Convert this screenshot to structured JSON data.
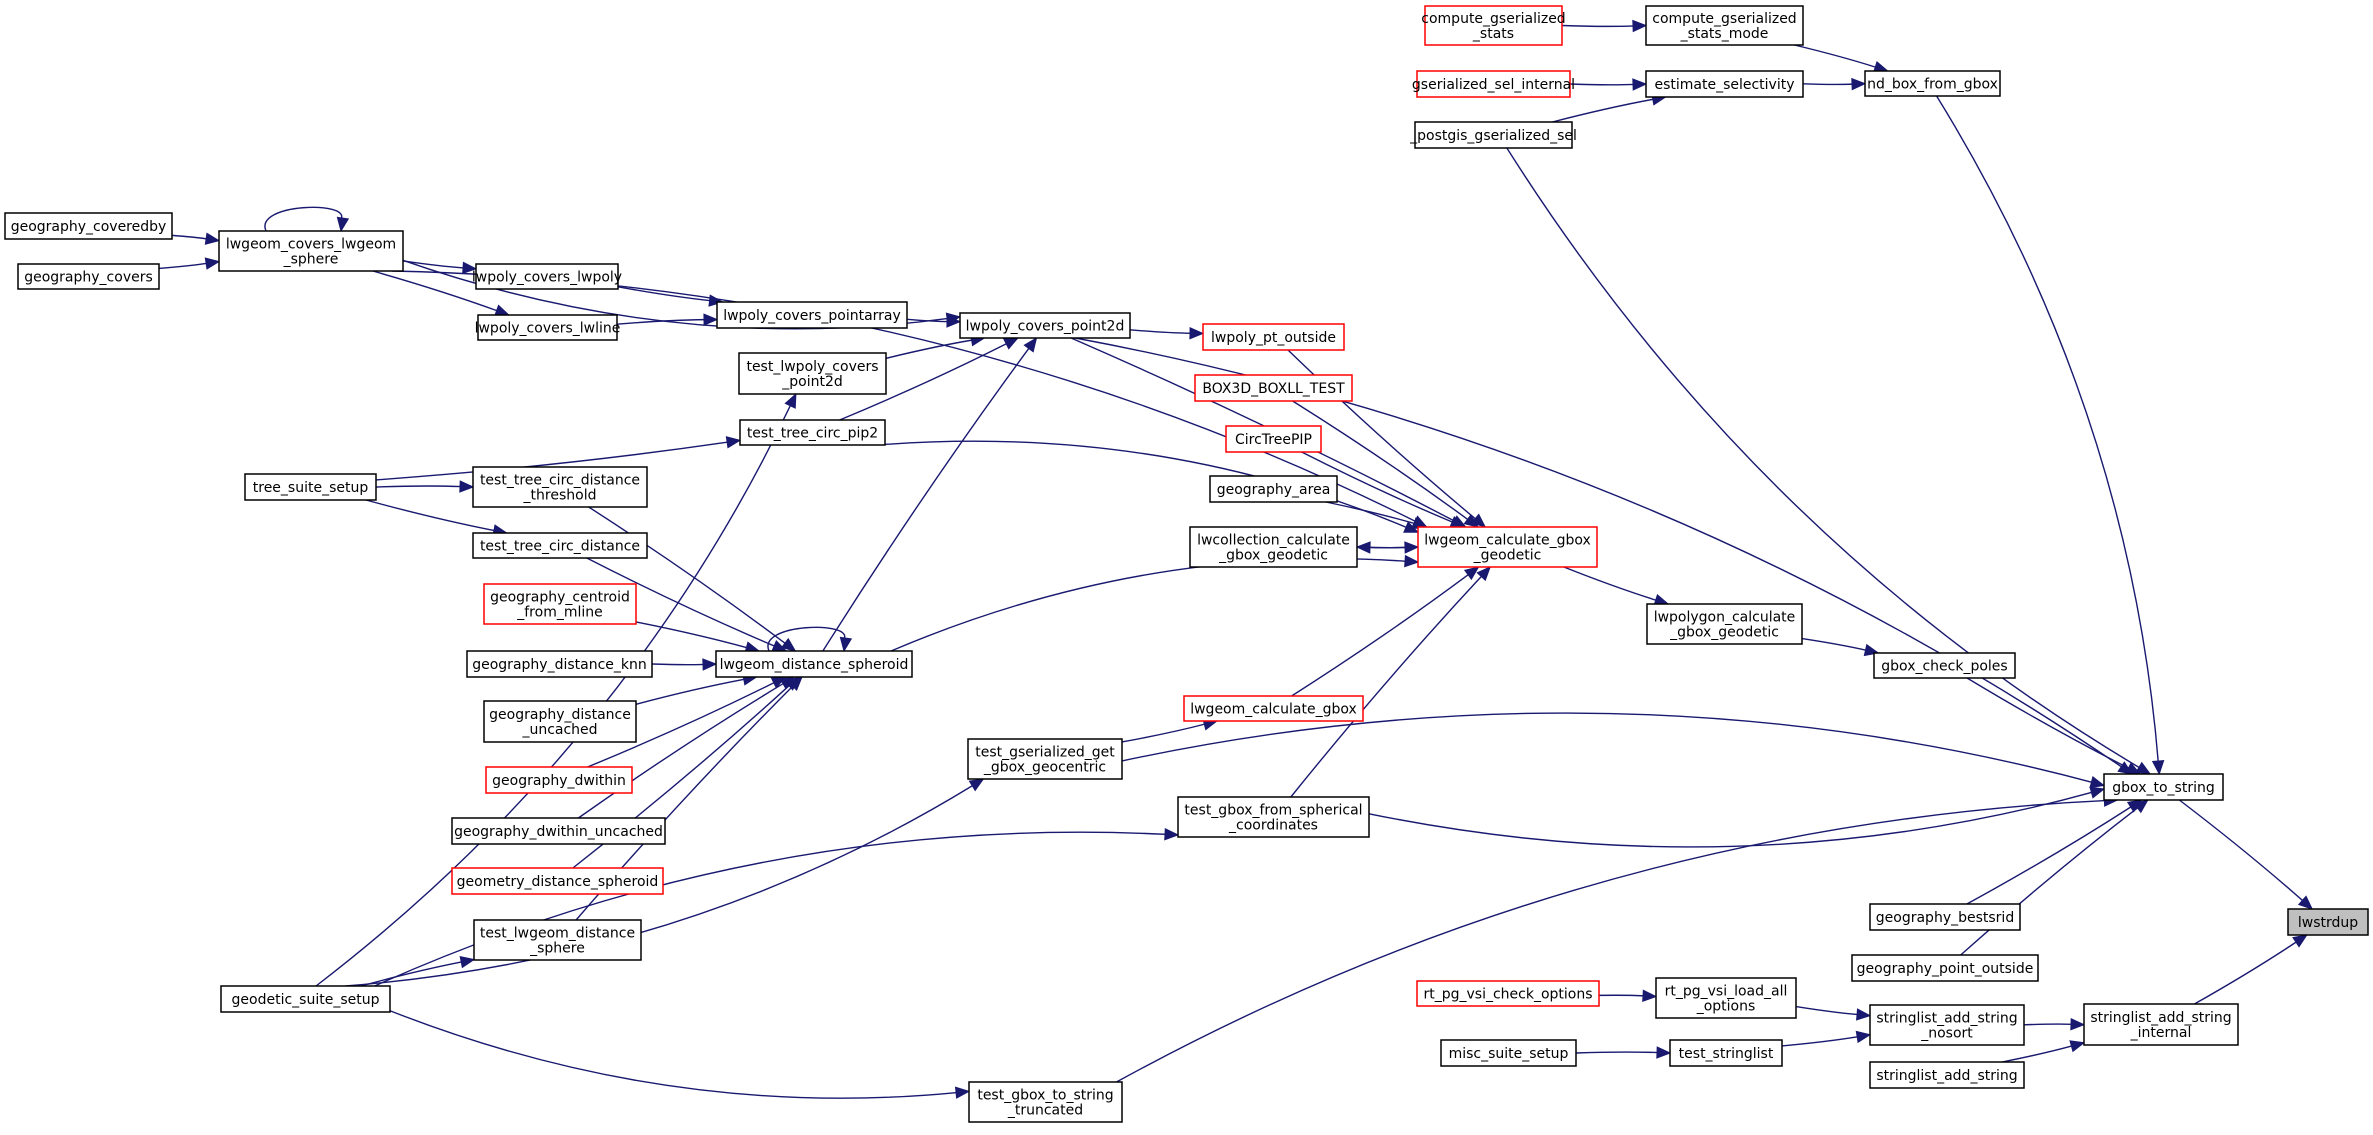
{
  "title": "lwstrdup caller graph",
  "colors": {
    "edge": "#191970",
    "node_border": "#000000",
    "node_border_truncated": "#ff0000",
    "node_fill": "#ffffff",
    "root_fill": "#bfbfbf"
  },
  "nodes": [
    {
      "id": "lwstrdup",
      "label": [
        "lwstrdup"
      ],
      "style": "root"
    },
    {
      "id": "gbox_to_string",
      "label": [
        "gbox_to_string"
      ],
      "style": "normal"
    },
    {
      "id": "stringlist_add_string_internal",
      "label": [
        "stringlist_add_string",
        "_internal"
      ],
      "style": "normal"
    },
    {
      "id": "nd_box_from_gbox",
      "label": [
        "nd_box_from_gbox"
      ],
      "style": "normal"
    },
    {
      "id": "compute_gserialized_stats_mode",
      "label": [
        "compute_gserialized",
        "_stats_mode"
      ],
      "style": "normal"
    },
    {
      "id": "compute_gserialized_stats",
      "label": [
        "compute_gserialized",
        "_stats"
      ],
      "style": "truncated"
    },
    {
      "id": "estimate_selectivity",
      "label": [
        "estimate_selectivity"
      ],
      "style": "normal"
    },
    {
      "id": "gserialized_sel_internal",
      "label": [
        "gserialized_sel_internal"
      ],
      "style": "truncated"
    },
    {
      "id": "_postgis_gserialized_sel",
      "label": [
        "_postgis_gserialized_sel"
      ],
      "style": "normal"
    },
    {
      "id": "lwpoly_covers_point2d",
      "label": [
        "lwpoly_covers_point2d"
      ],
      "style": "normal"
    },
    {
      "id": "lwgeom_covers_lwgeom_sphere",
      "label": [
        "lwgeom_covers_lwgeom",
        "_sphere"
      ],
      "style": "normal"
    },
    {
      "id": "geography_coveredby",
      "label": [
        "geography_coveredby"
      ],
      "style": "normal"
    },
    {
      "id": "geography_covers",
      "label": [
        "geography_covers"
      ],
      "style": "normal"
    },
    {
      "id": "lwpoly_covers_lwpoly",
      "label": [
        "lwpoly_covers_lwpoly"
      ],
      "style": "normal"
    },
    {
      "id": "lwpoly_covers_lwline",
      "label": [
        "lwpoly_covers_lwline"
      ],
      "style": "normal"
    },
    {
      "id": "lwpoly_covers_pointarray",
      "label": [
        "lwpoly_covers_pointarray"
      ],
      "style": "normal"
    },
    {
      "id": "test_lwpoly_covers_point2d",
      "label": [
        "test_lwpoly_covers",
        "_point2d"
      ],
      "style": "normal"
    },
    {
      "id": "test_tree_circ_pip2",
      "label": [
        "test_tree_circ_pip2"
      ],
      "style": "normal"
    },
    {
      "id": "tree_suite_setup",
      "label": [
        "tree_suite_setup"
      ],
      "style": "normal"
    },
    {
      "id": "test_tree_circ_distance_threshold",
      "label": [
        "test_tree_circ_distance",
        "_threshold"
      ],
      "style": "normal"
    },
    {
      "id": "test_tree_circ_distance",
      "label": [
        "test_tree_circ_distance"
      ],
      "style": "normal"
    },
    {
      "id": "geography_centroid_from_mline",
      "label": [
        "geography_centroid",
        "_from_mline"
      ],
      "style": "truncated"
    },
    {
      "id": "geography_distance_knn",
      "label": [
        "geography_distance_knn"
      ],
      "style": "normal"
    },
    {
      "id": "lwgeom_distance_spheroid",
      "label": [
        "lwgeom_distance_spheroid"
      ],
      "style": "normal"
    },
    {
      "id": "geography_distance_uncached",
      "label": [
        "geography_distance",
        "_uncached"
      ],
      "style": "normal"
    },
    {
      "id": "geography_dwithin",
      "label": [
        "geography_dwithin"
      ],
      "style": "truncated"
    },
    {
      "id": "geography_dwithin_uncached",
      "label": [
        "geography_dwithin_uncached"
      ],
      "style": "normal"
    },
    {
      "id": "geometry_distance_spheroid",
      "label": [
        "geometry_distance_spheroid"
      ],
      "style": "truncated"
    },
    {
      "id": "test_lwgeom_distance_sphere",
      "label": [
        "test_lwgeom_distance",
        "_sphere"
      ],
      "style": "normal"
    },
    {
      "id": "geodetic_suite_setup",
      "label": [
        "geodetic_suite_setup"
      ],
      "style": "normal"
    },
    {
      "id": "lwpoly_pt_outside",
      "label": [
        "lwpoly_pt_outside"
      ],
      "style": "truncated"
    },
    {
      "id": "BOX3D_BOXLL_TEST",
      "label": [
        "BOX3D_BOXLL_TEST"
      ],
      "style": "truncated"
    },
    {
      "id": "CircTreePIP",
      "label": [
        "CircTreePIP"
      ],
      "style": "truncated"
    },
    {
      "id": "geography_area",
      "label": [
        "geography_area"
      ],
      "style": "normal"
    },
    {
      "id": "lwcollection_calculate_gbox_geodetic",
      "label": [
        "lwcollection_calculate",
        "_gbox_geodetic"
      ],
      "style": "normal"
    },
    {
      "id": "lwgeom_calculate_gbox_geodetic",
      "label": [
        "lwgeom_calculate_gbox",
        "_geodetic"
      ],
      "style": "truncated"
    },
    {
      "id": "lwpolygon_calculate_gbox_geodetic",
      "label": [
        "lwpolygon_calculate",
        "_gbox_geodetic"
      ],
      "style": "normal"
    },
    {
      "id": "gbox_check_poles",
      "label": [
        "gbox_check_poles"
      ],
      "style": "normal"
    },
    {
      "id": "lwgeom_calculate_gbox",
      "label": [
        "lwgeom_calculate_gbox"
      ],
      "style": "truncated"
    },
    {
      "id": "test_gserialized_get_gbox_geocentric",
      "label": [
        "test_gserialized_get",
        "_gbox_geocentric"
      ],
      "style": "normal"
    },
    {
      "id": "test_gbox_from_spherical_coordinates",
      "label": [
        "test_gbox_from_spherical",
        "_coordinates"
      ],
      "style": "normal"
    },
    {
      "id": "geography_bestsrid",
      "label": [
        "geography_bestsrid"
      ],
      "style": "normal"
    },
    {
      "id": "geography_point_outside",
      "label": [
        "geography_point_outside"
      ],
      "style": "normal"
    },
    {
      "id": "rt_pg_vsi_check_options",
      "label": [
        "rt_pg_vsi_check_options"
      ],
      "style": "truncated"
    },
    {
      "id": "rt_pg_vsi_load_all_options",
      "label": [
        "rt_pg_vsi_load_all",
        "_options"
      ],
      "style": "normal"
    },
    {
      "id": "misc_suite_setup",
      "label": [
        "misc_suite_setup"
      ],
      "style": "normal"
    },
    {
      "id": "test_stringlist",
      "label": [
        "test_stringlist"
      ],
      "style": "normal"
    },
    {
      "id": "stringlist_add_string_nosort",
      "label": [
        "stringlist_add_string",
        "_nosort"
      ],
      "style": "normal"
    },
    {
      "id": "stringlist_add_string",
      "label": [
        "stringlist_add_string"
      ],
      "style": "normal"
    },
    {
      "id": "test_gbox_to_string_truncated",
      "label": [
        "test_gbox_to_string",
        "_truncated"
      ],
      "style": "normal"
    }
  ],
  "edges": [
    [
      "gbox_to_string",
      "lwstrdup"
    ],
    [
      "stringlist_add_string_internal",
      "lwstrdup"
    ],
    [
      "nd_box_from_gbox",
      "gbox_to_string"
    ],
    [
      "_postgis_gserialized_sel",
      "gbox_to_string"
    ],
    [
      "lwpoly_covers_point2d",
      "gbox_to_string"
    ],
    [
      "gbox_check_poles",
      "gbox_to_string"
    ],
    [
      "test_gserialized_get_gbox_geocentric",
      "gbox_to_string"
    ],
    [
      "test_gbox_from_spherical_coordinates",
      "gbox_to_string"
    ],
    [
      "test_gbox_to_string_truncated",
      "gbox_to_string"
    ],
    [
      "geography_bestsrid",
      "gbox_to_string"
    ],
    [
      "geography_point_outside",
      "gbox_to_string"
    ],
    [
      "compute_gserialized_stats",
      "compute_gserialized_stats_mode"
    ],
    [
      "compute_gserialized_stats_mode",
      "nd_box_from_gbox"
    ],
    [
      "gserialized_sel_internal",
      "estimate_selectivity"
    ],
    [
      "_postgis_gserialized_sel",
      "estimate_selectivity"
    ],
    [
      "estimate_selectivity",
      "nd_box_from_gbox"
    ],
    [
      "geography_coveredby",
      "lwgeom_covers_lwgeom_sphere"
    ],
    [
      "geography_covers",
      "lwgeom_covers_lwgeom_sphere"
    ],
    [
      "lwgeom_covers_lwgeom_sphere",
      "lwgeom_covers_lwgeom_sphere"
    ],
    [
      "lwgeom_covers_lwgeom_sphere",
      "lwpoly_covers_lwpoly"
    ],
    [
      "lwgeom_covers_lwgeom_sphere",
      "lwpoly_covers_lwline"
    ],
    [
      "lwgeom_covers_lwgeom_sphere",
      "lwpoly_covers_point2d"
    ],
    [
      "lwgeom_covers_lwgeom_sphere",
      "lwgeom_calculate_gbox_geodetic"
    ],
    [
      "lwpoly_covers_lwpoly",
      "lwpoly_covers_pointarray"
    ],
    [
      "lwpoly_covers_lwline",
      "lwpoly_covers_pointarray"
    ],
    [
      "lwpoly_covers_pointarray",
      "lwpoly_covers_point2d"
    ],
    [
      "test_lwpoly_covers_point2d",
      "lwpoly_covers_point2d"
    ],
    [
      "test_tree_circ_pip2",
      "lwpoly_covers_point2d"
    ],
    [
      "lwgeom_distance_spheroid",
      "lwpoly_covers_point2d"
    ],
    [
      "lwpoly_covers_point2d",
      "lwpoly_pt_outside"
    ],
    [
      "lwpoly_covers_point2d",
      "lwgeom_calculate_gbox_geodetic"
    ],
    [
      "tree_suite_setup",
      "test_tree_circ_pip2"
    ],
    [
      "tree_suite_setup",
      "test_tree_circ_distance_threshold"
    ],
    [
      "tree_suite_setup",
      "test_tree_circ_distance"
    ],
    [
      "test_tree_circ_pip2",
      "lwgeom_calculate_gbox_geodetic"
    ],
    [
      "geodetic_suite_setup",
      "test_lwpoly_covers_point2d"
    ],
    [
      "geodetic_suite_setup",
      "test_lwgeom_distance_sphere"
    ],
    [
      "geodetic_suite_setup",
      "test_gserialized_get_gbox_geocentric"
    ],
    [
      "geodetic_suite_setup",
      "test_gbox_from_spherical_coordinates"
    ],
    [
      "geodetic_suite_setup",
      "test_gbox_to_string_truncated"
    ],
    [
      "test_tree_circ_distance_threshold",
      "lwgeom_distance_spheroid"
    ],
    [
      "test_tree_circ_distance",
      "lwgeom_distance_spheroid"
    ],
    [
      "geography_centroid_from_mline",
      "lwgeom_distance_spheroid"
    ],
    [
      "geography_distance_knn",
      "lwgeom_distance_spheroid"
    ],
    [
      "geography_distance_uncached",
      "lwgeom_distance_spheroid"
    ],
    [
      "geography_dwithin",
      "lwgeom_distance_spheroid"
    ],
    [
      "geography_dwithin_uncached",
      "lwgeom_distance_spheroid"
    ],
    [
      "geometry_distance_spheroid",
      "lwgeom_distance_spheroid"
    ],
    [
      "test_lwgeom_distance_sphere",
      "lwgeom_distance_spheroid"
    ],
    [
      "lwgeom_distance_spheroid",
      "lwgeom_distance_spheroid"
    ],
    [
      "lwgeom_distance_spheroid",
      "lwgeom_calculate_gbox_geodetic"
    ],
    [
      "lwpoly_pt_outside",
      "lwgeom_calculate_gbox_geodetic"
    ],
    [
      "BOX3D_BOXLL_TEST",
      "lwgeom_calculate_gbox_geodetic"
    ],
    [
      "CircTreePIP",
      "lwgeom_calculate_gbox_geodetic"
    ],
    [
      "geography_area",
      "lwgeom_calculate_gbox_geodetic"
    ],
    [
      "lwcollection_calculate_gbox_geodetic",
      "lwgeom_calculate_gbox_geodetic"
    ],
    [
      "lwgeom_calculate_gbox_geodetic",
      "lwcollection_calculate_gbox_geodetic"
    ],
    [
      "lwgeom_calculate_gbox",
      "lwgeom_calculate_gbox_geodetic"
    ],
    [
      "test_gbox_from_spherical_coordinates",
      "lwgeom_calculate_gbox_geodetic"
    ],
    [
      "lwgeom_calculate_gbox_geodetic",
      "lwpolygon_calculate_gbox_geodetic"
    ],
    [
      "lwpolygon_calculate_gbox_geodetic",
      "gbox_check_poles"
    ],
    [
      "test_gserialized_get_gbox_geocentric",
      "lwgeom_calculate_gbox"
    ],
    [
      "rt_pg_vsi_check_options",
      "rt_pg_vsi_load_all_options"
    ],
    [
      "rt_pg_vsi_load_all_options",
      "stringlist_add_string_nosort"
    ],
    [
      "misc_suite_setup",
      "test_stringlist"
    ],
    [
      "test_stringlist",
      "stringlist_add_string_nosort"
    ],
    [
      "stringlist_add_string_nosort",
      "stringlist_add_string_internal"
    ],
    [
      "stringlist_add_string",
      "stringlist_add_string_internal"
    ]
  ]
}
